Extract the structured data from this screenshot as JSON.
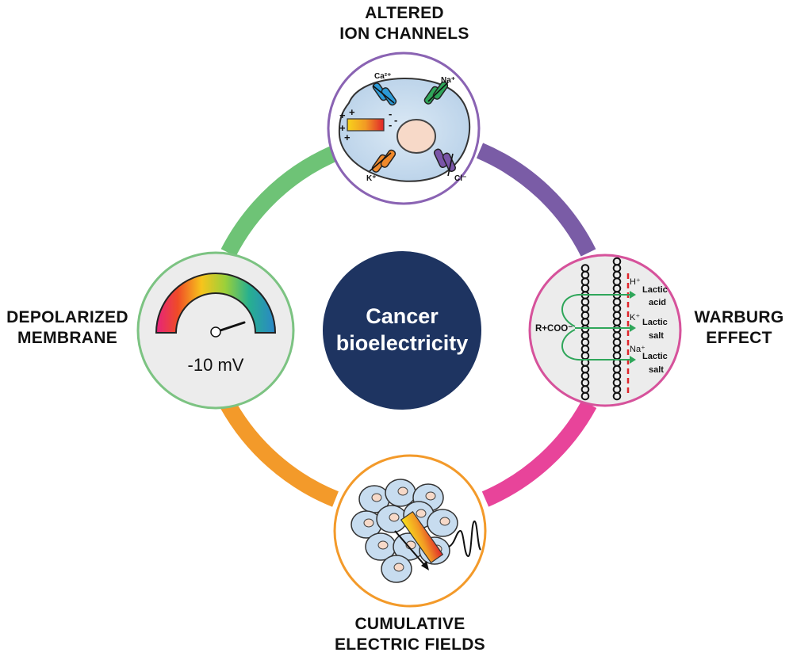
{
  "center": {
    "line1": "Cancer",
    "line2": "bioelectricity"
  },
  "nodes": {
    "top": {
      "title_line1": "ALTERED",
      "title_line2": "ION CHANNELS",
      "ions": {
        "ca": "Ca²⁺",
        "na": "Na⁺",
        "k": "K⁺",
        "cl": "Cl⁻"
      }
    },
    "right": {
      "title_line1": "WARBURG",
      "title_line2": "EFFECT",
      "source": "R+COO⁻",
      "ions": {
        "h": "H⁺",
        "k": "K⁺",
        "na": "Na⁺"
      },
      "products": {
        "p1a": "Lactic",
        "p1b": "acid",
        "p2a": "Lactic",
        "p2b": "salt",
        "p3a": "Lactic",
        "p3b": "salt"
      }
    },
    "bottom": {
      "title_line1": "CUMULATIVE",
      "title_line2": "ELECTRIC FIELDS"
    },
    "left": {
      "title_line1": "DEPOLARIZED",
      "title_line2": "MEMBRANE",
      "reading": "-10 mV"
    }
  },
  "colors": {
    "center_fill": "#1e3461",
    "arc_top_left": "#6ec376",
    "arc_top_right": "#7a5ca6",
    "arc_bottom_right": "#e8449a",
    "arc_bottom_left": "#f39a2a",
    "node_top": "#8a63b3",
    "node_right": "#d6529b",
    "node_bottom": "#f39a2a",
    "node_left": "#7cc382"
  }
}
